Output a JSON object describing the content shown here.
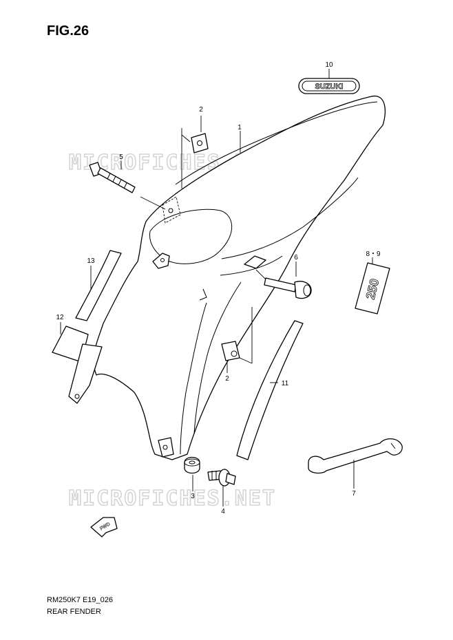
{
  "figure": {
    "title": "FIG.26"
  },
  "footer": {
    "code": "RM250K7 E19_026",
    "name": "REAR FENDER"
  },
  "watermark": {
    "text": "MICROFICHES.NET"
  },
  "emblem": {
    "text": "SUZUKI"
  },
  "decal": {
    "text": "250"
  },
  "fwd_arrow": {
    "text": "FWD"
  },
  "callouts": {
    "c1": "1",
    "c2a": "2",
    "c2b": "2",
    "c3": "3",
    "c4": "4",
    "c5": "5",
    "c6": "6",
    "c7": "7",
    "c89": "8・9",
    "c10": "10",
    "c11": "11",
    "c12": "12",
    "c13": "13"
  }
}
